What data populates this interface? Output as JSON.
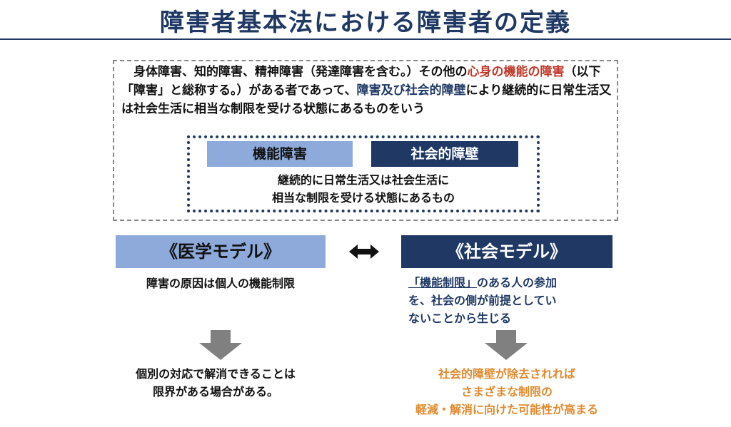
{
  "title": "障害者基本法における障害者の定義",
  "definition": {
    "p1": "　身体障害、知的障害、精神障害（発達障害を含む。）その他の",
    "hl1": "心身の機能の障害",
    "p2": "（以下「障害」と総称する。）がある者であって、",
    "hl2": "障害及び社会的障壁",
    "p3": "により継続的に日常生活又は社会生活に相当な制限を受ける状態にあるものをいう"
  },
  "badges": {
    "functional": "機能障害",
    "social": "社会的障壁"
  },
  "inner_text": {
    "line1": "継続的に日常生活又は社会生活に",
    "line2": "相当な制限を受ける状態にあるもの"
  },
  "models": {
    "medical": "《医学モデル》",
    "social": "《社会モデル》"
  },
  "medical_cause": "障害の原因は個人の機能制限",
  "social_cause": {
    "underlined": "「機能制限」",
    "line1_rest": "のある人の参加",
    "line2": "を、社会の側が前提としてい",
    "line3": "ないことから生じる"
  },
  "medical_result": {
    "line1": "個別の対応で解消できることは",
    "line2": "限界がある場合がある。"
  },
  "social_result": {
    "line1": "社会的障壁が除去されれば",
    "line2": "さまざまな制限の",
    "line3": "軽減・解消に向けた可能性が高まる"
  },
  "colors": {
    "navy": "#1f3864",
    "light_blue": "#8eaadb",
    "red_highlight": "#c0392b",
    "orange_result": "#e08a2e",
    "arrow_gray": "#808080"
  }
}
